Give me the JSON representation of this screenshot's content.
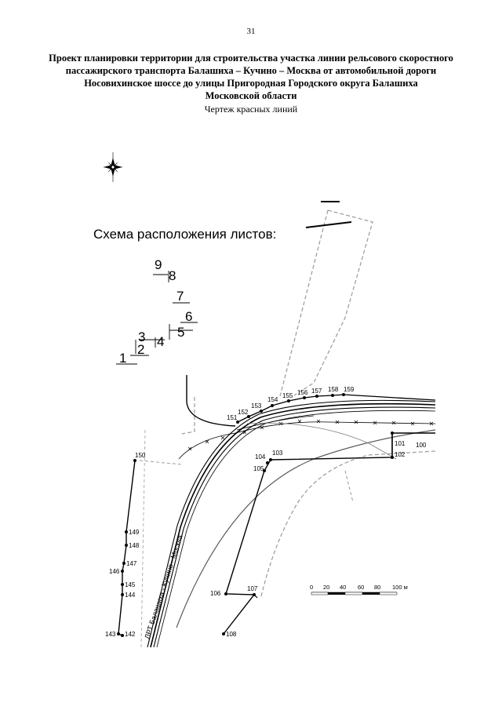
{
  "page_number": "31",
  "title_lines": [
    "Проект планировки территории для строительства участка линии рельсового скоростного",
    "пассажирского транспорта Балашиха – Кучино – Москва от автомобильной дороги",
    "Носовихинское шоссе до улицы Пригородная Городского округа Балашиха",
    "Московской области"
  ],
  "subtitle": "Чертеж красных линий",
  "sheet_scheme": {
    "title": "Схема расположения листов:",
    "sheets": [
      "1",
      "2",
      "3",
      "4",
      "5",
      "6",
      "7",
      "8",
      "9"
    ]
  },
  "road_label": "ЛРТ Балашиха - Кучино - Москва",
  "points": [
    "100",
    "101",
    "102",
    "103",
    "104",
    "105",
    "106",
    "107",
    "108",
    "142",
    "143",
    "144",
    "145",
    "146",
    "147",
    "148",
    "149",
    "150",
    "151",
    "152",
    "153",
    "154",
    "155",
    "156",
    "157",
    "158",
    "159"
  ],
  "scale": {
    "ticks": [
      "0",
      "20",
      "40",
      "60",
      "80",
      "100 м"
    ]
  },
  "colors": {
    "ink": "#000000",
    "light_line": "#8a8a8a",
    "gray_line": "#5a5a5a"
  }
}
